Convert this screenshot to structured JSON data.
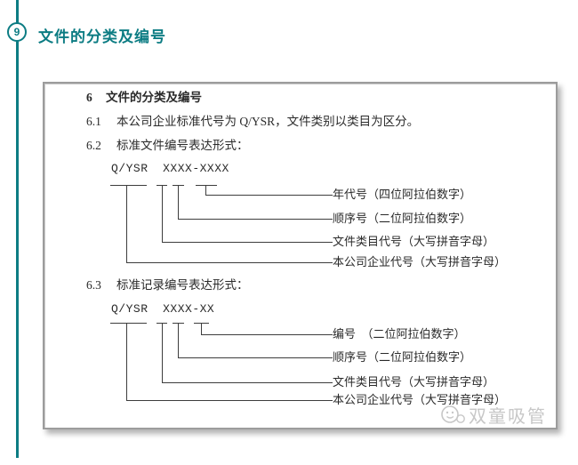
{
  "colors": {
    "accent": "#0c7c83",
    "doc_border": "#9c9c9c",
    "line": "#3d3d3d",
    "watermark": "#c7c7c7"
  },
  "header": {
    "bullet_number": "9",
    "title": "文件的分类及编号"
  },
  "document": {
    "heading": {
      "num": "6",
      "text": "文件的分类及编号"
    },
    "clause_61": {
      "num": "6.1",
      "text": "本公司企业标准代号为 Q/YSR，文件类别以类目为区分。"
    },
    "clause_62": {
      "num": "6.2",
      "text": "标准文件编号表达形式："
    },
    "clause_63": {
      "num": "6.3",
      "text": "标准记录编号表达形式："
    },
    "code_62": "Q/YSR  XXXX-XXXX",
    "code_63": "Q/YSR  XXXX-XX",
    "diagram_62_labels": [
      "年代号（四位阿拉伯数字）",
      "顺序号（二位阿拉伯数字）",
      "文件类目代号（大写拼音字母）",
      "本公司企业代号（大写拼音字母）"
    ],
    "diagram_63_labels": [
      "编号　（二位阿拉伯数字）",
      "顺序号（二位阿拉伯数字）",
      "文件类目代号（大写拼音字母）",
      "本公司企业代号（大写拼音字母）"
    ],
    "watermark_text": "双童吸管"
  }
}
